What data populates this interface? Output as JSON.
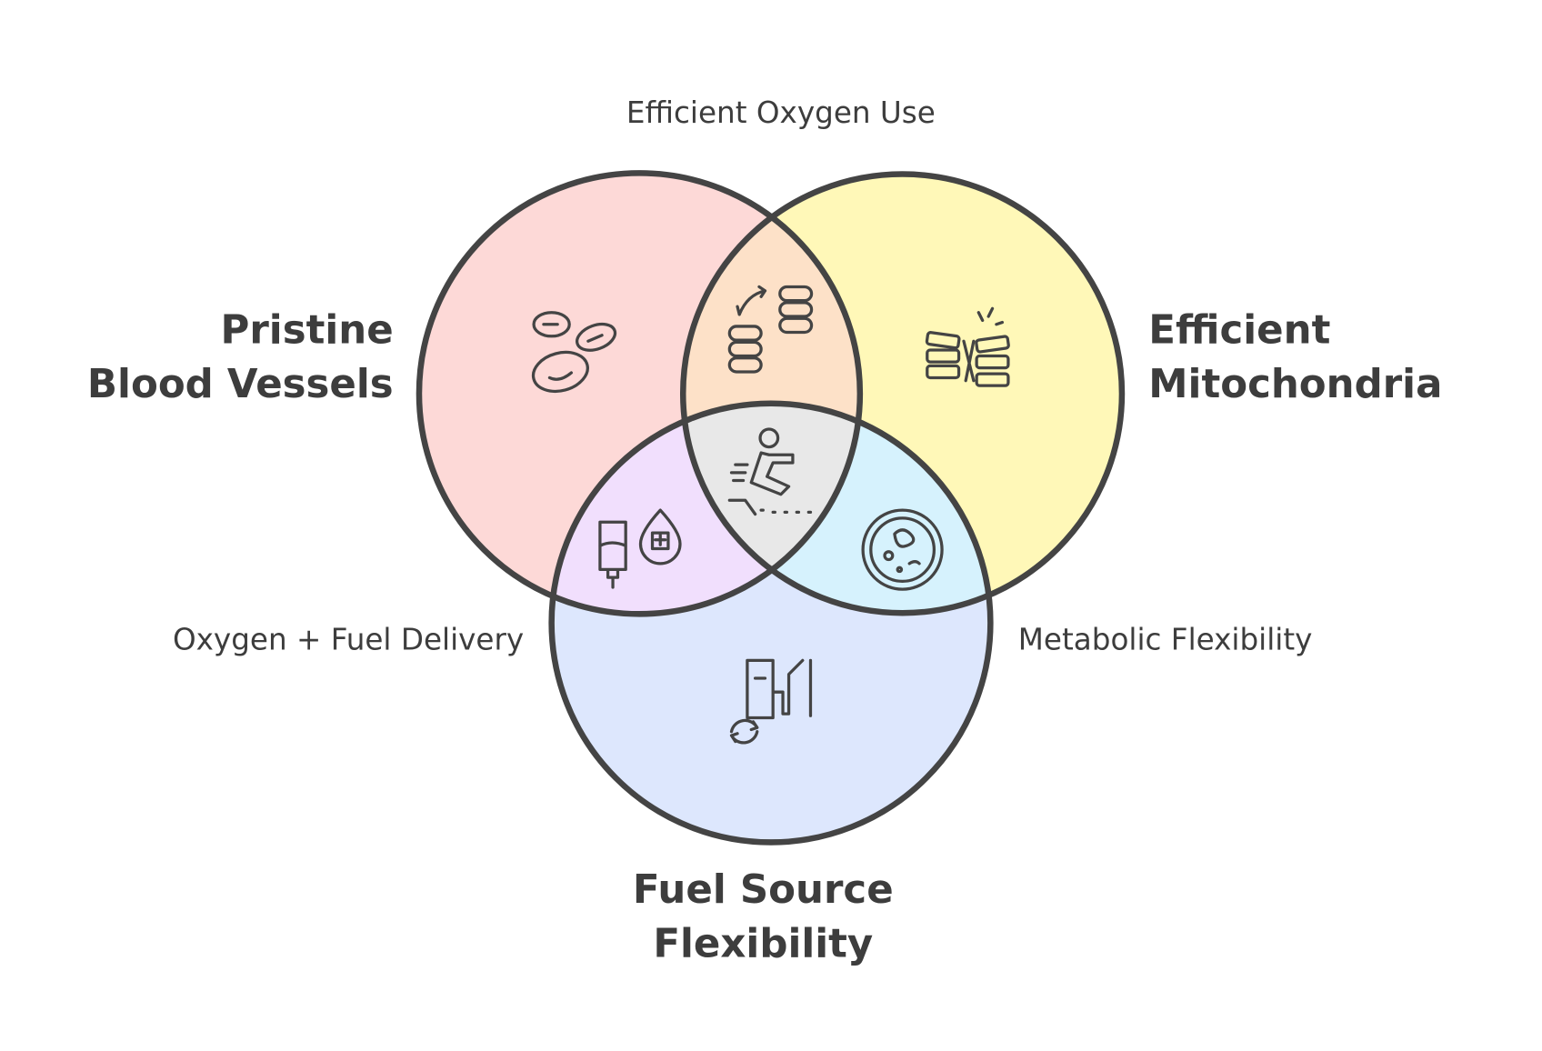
{
  "diagram": {
    "type": "venn",
    "sets": [
      {
        "label_lines": [
          "Pristine",
          "Blood Vessels"
        ],
        "color": "#fdd9d7",
        "icon": "red-blood-cells-icon"
      },
      {
        "label_lines": [
          "Efficient",
          "Mitochondria"
        ],
        "color": "#fff8b8",
        "icon": "mitochondria-icon"
      },
      {
        "label_lines": [
          "Fuel Source",
          "Flexibility"
        ],
        "color": "#dde7fd",
        "icon": "fuel-pump-cycle-icon"
      }
    ],
    "intersections": [
      {
        "label": "Efficient Oxygen Use",
        "color": "#fde1c8",
        "icon": "cell-exchange-icon"
      },
      {
        "label": "Oxygen + Fuel Delivery",
        "color": "#f1dffd",
        "icon": "iv-drip-blood-icon"
      },
      {
        "label": "Metabolic Flexibility",
        "color": "#d6f2fd",
        "icon": "cell-petri-icon"
      },
      {
        "center": true,
        "color": "#e8e8e8",
        "icon": "athlete-sprint-icon"
      }
    ],
    "outline_color": "#444444"
  }
}
